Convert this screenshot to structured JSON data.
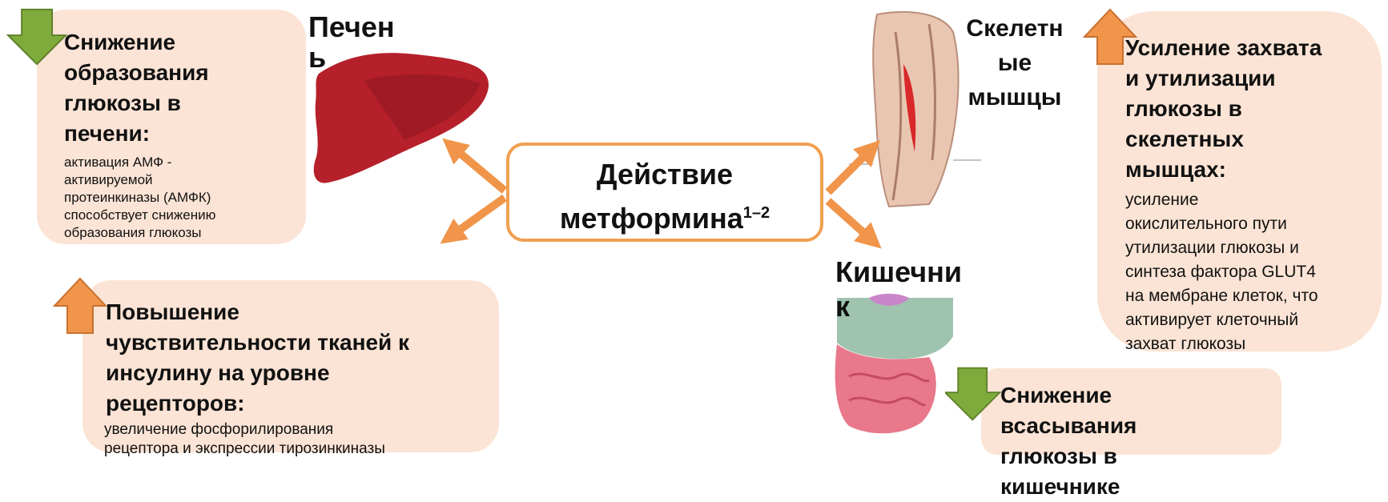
{
  "center": {
    "line1": "Действие",
    "line2": "метформина",
    "sup": "1–2"
  },
  "liver": {
    "organ_label_1": "Печен",
    "organ_label_2": "ь",
    "heading": [
      "Снижение",
      "образования",
      "глюкозы в",
      "печени:"
    ],
    "text": [
      "активация АМФ -",
      "активируемой",
      "протеинкиназы (АМФК)",
      "способствует снижению",
      "образования глюкозы"
    ]
  },
  "sensitivity": {
    "heading": [
      "Повышение",
      "чувствительности тканей к",
      "инсулину на уровне",
      "рецепторов:"
    ],
    "text": [
      "увеличение фосфорилирования",
      "рецептора и экспрессии тирозинкиназы"
    ]
  },
  "muscle": {
    "organ_label": [
      "Скелетн",
      "ые",
      "мышцы"
    ],
    "heading": [
      "Усиление захвата",
      "и утилизации",
      "глюкозы в",
      "скелетных",
      "мышцах:"
    ],
    "text": [
      "усиление",
      "окислительного пути",
      "утилизации глюкозы и",
      "синтеза фактора GLUT4",
      "на мембране клеток, что",
      "активирует клеточный",
      "захват глюкозы"
    ]
  },
  "intestine": {
    "organ_label_1": "Кишечни",
    "organ_label_2": "к",
    "heading": [
      "Снижение",
      "всасывания",
      "глюкозы в",
      "кишечнике"
    ]
  },
  "colors": {
    "box_fill": "#fbe4d5",
    "center_border": "#f0a050",
    "arrow_orange": "#f0954a",
    "arrow_green": "#7fab3c",
    "liver_red": "#b5202a",
    "muscle_red": "#d8282a",
    "intestine_pink": "#e8788a",
    "intestine_teal": "#9fc3ae"
  },
  "icons": [
    "arrow-down-icon",
    "arrow-up-icon",
    "liver-image",
    "muscle-image",
    "intestine-image"
  ]
}
